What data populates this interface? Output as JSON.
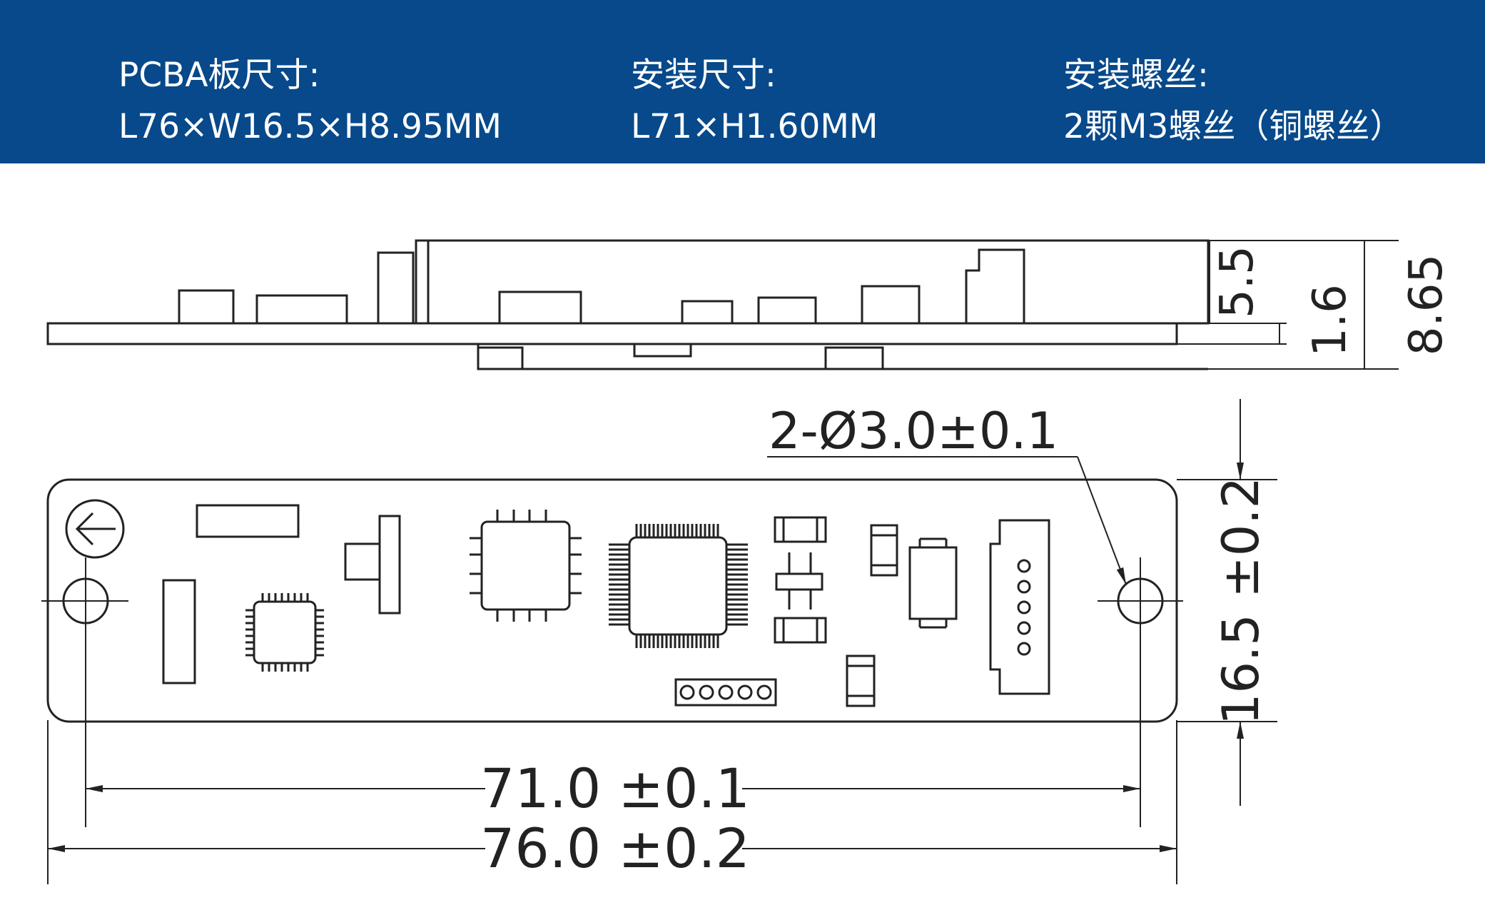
{
  "specs": [
    {
      "label": "PCBA板尺寸:",
      "value": "L76×W16.5×H8.95MM"
    },
    {
      "label": "安装尺寸:",
      "value": "L71×H1.60MM"
    },
    {
      "label": "安装螺丝:",
      "value": "2颗M3螺丝（铜螺丝）"
    }
  ],
  "dimensions": {
    "component_height": "5.5",
    "board_thickness": "1.6",
    "total_height": "8.65",
    "hole_spec": "2-Ø3.0±0.1",
    "board_width": "16.5 ±0.2",
    "hole_spacing": "71.0 ±0.1",
    "board_length": "76.0 ±0.2"
  },
  "colors": {
    "header_bg": "#07498a",
    "line": "#222222"
  }
}
